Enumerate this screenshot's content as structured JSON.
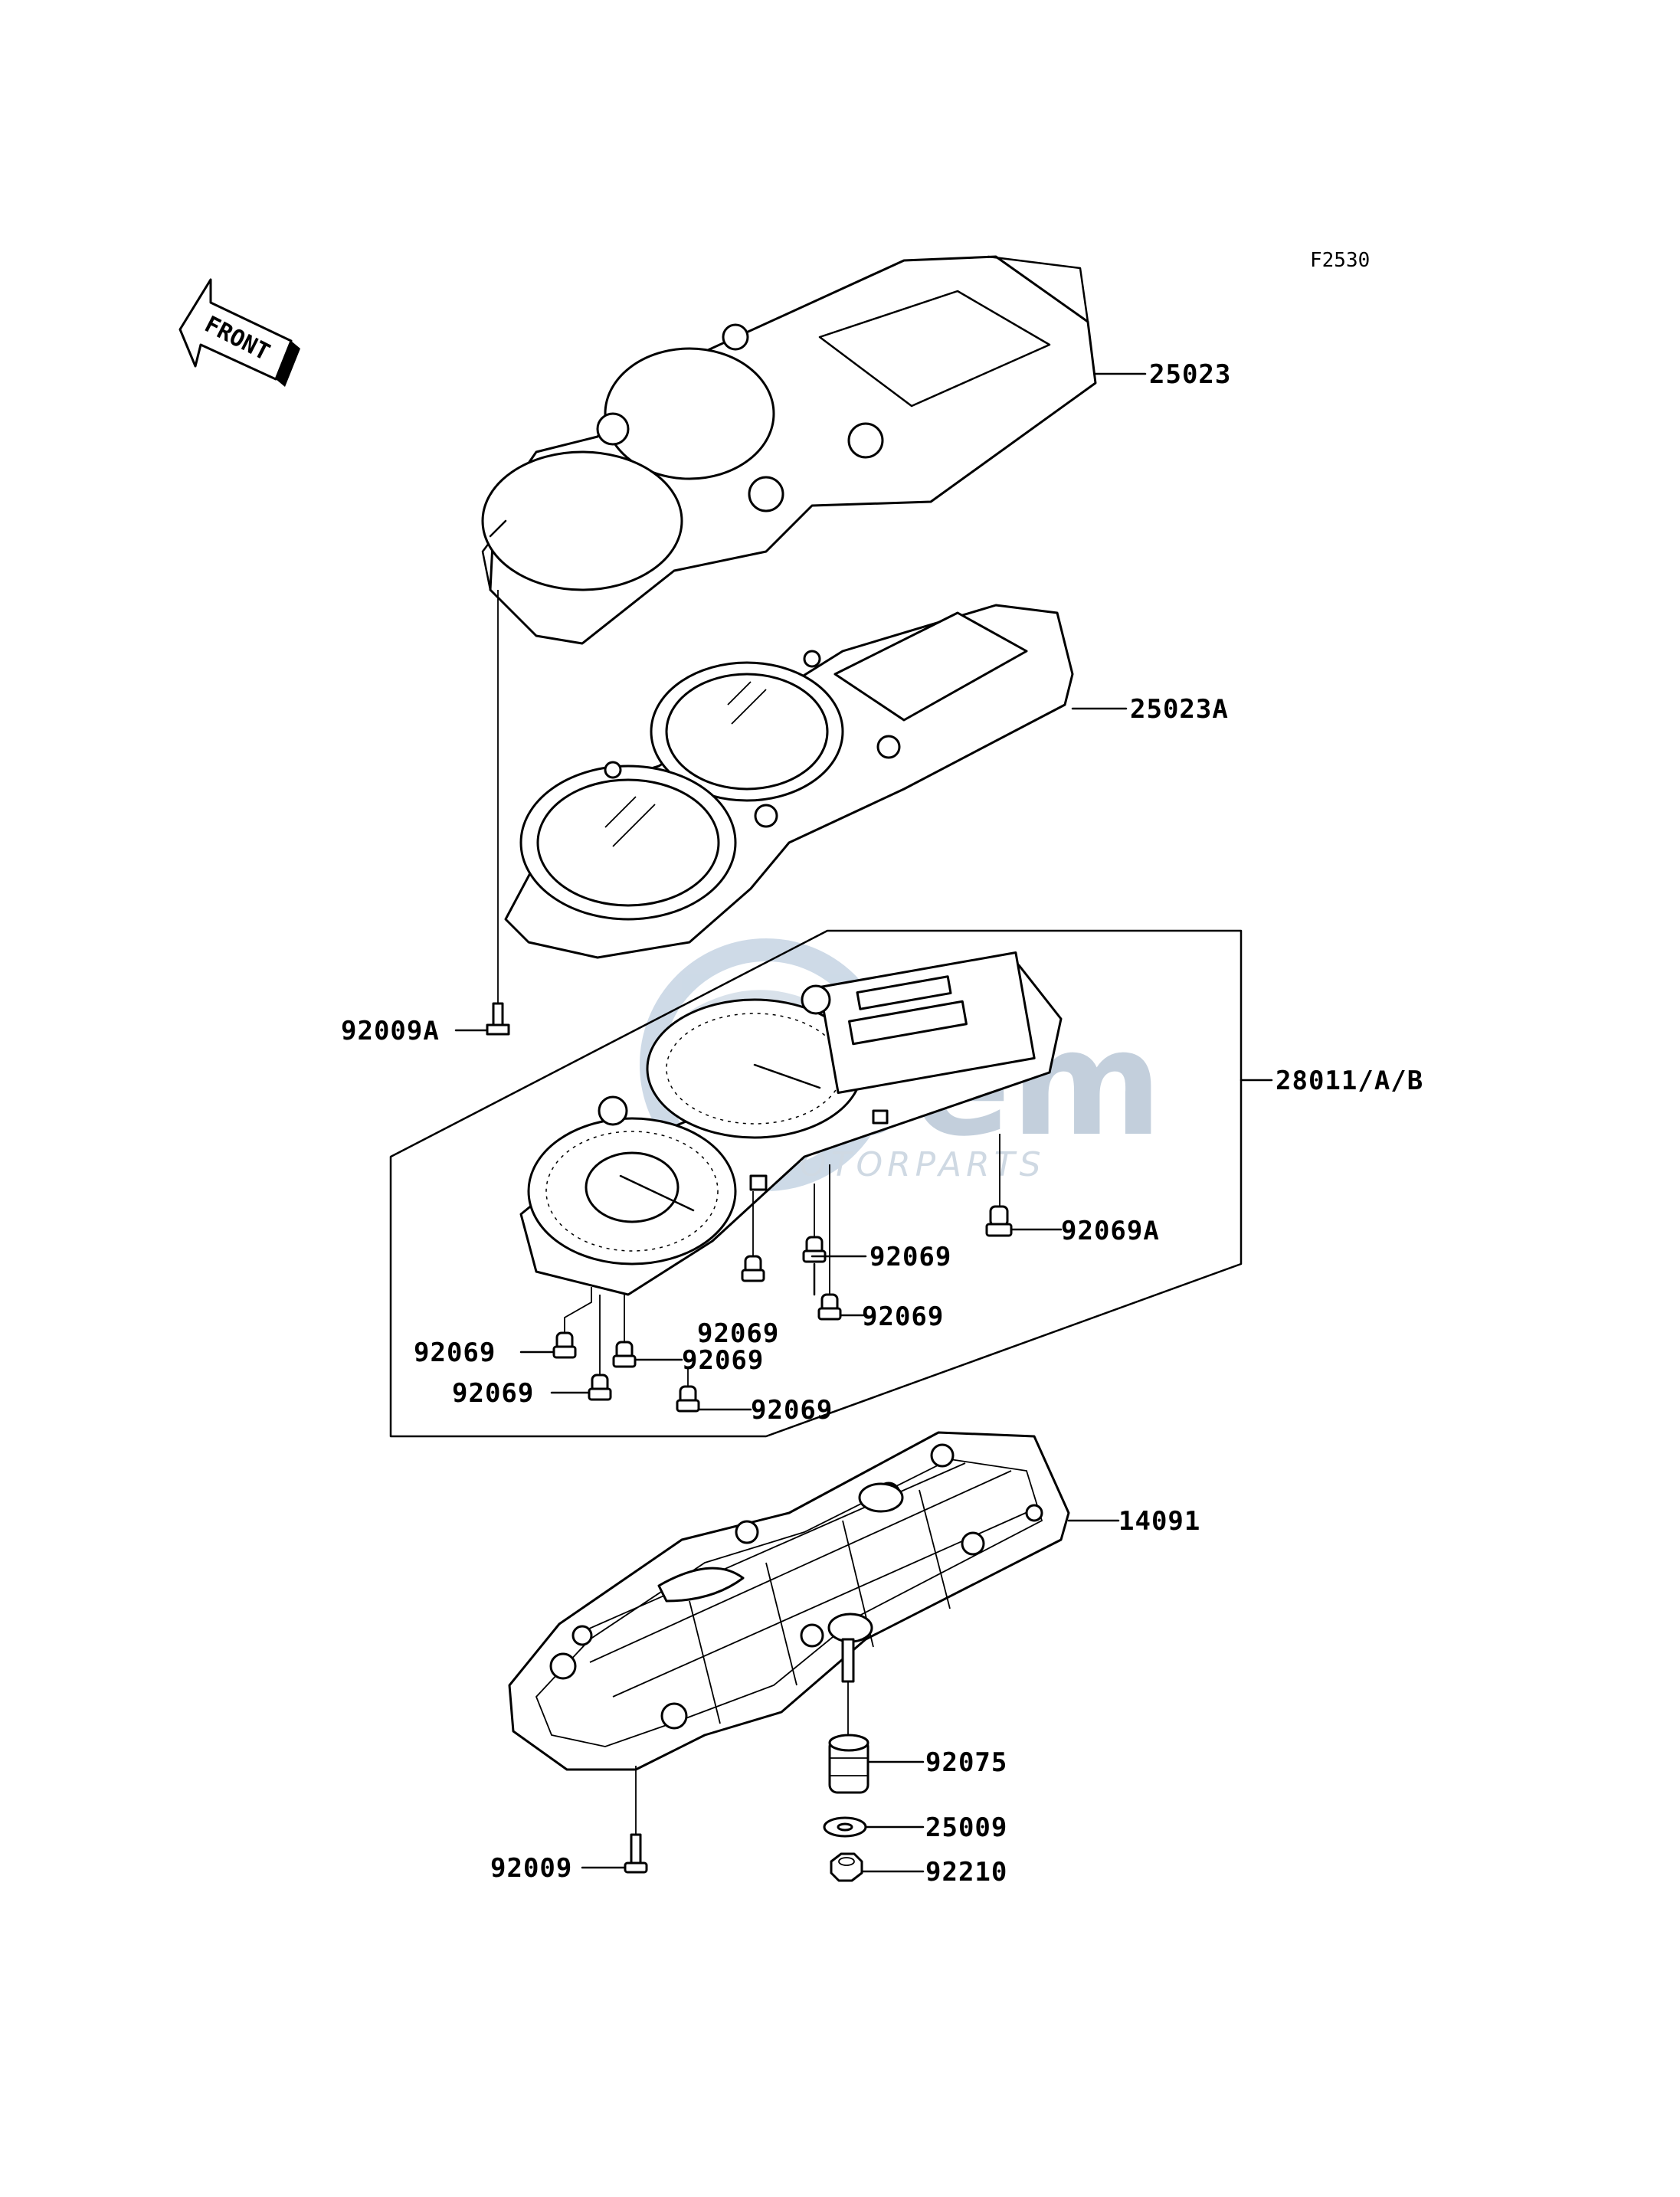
{
  "figure_code": "F2530",
  "front_label": "FRONT",
  "watermark": {
    "main": "oem",
    "sub": "MOTORPARTS"
  },
  "callouts": {
    "meter_cover_upper": "25023",
    "meter_cover_lower": "25023A",
    "screw_upper": "92009A",
    "meter_assembly": "28011/A/B",
    "bulb_a": "92069A",
    "bulb_1": "92069",
    "bulb_2": "92069",
    "bulb_3": "92069",
    "bulb_4": "92069",
    "bulb_5": "92069",
    "bulb_6": "92069",
    "bulb_7": "92069",
    "case": "14091",
    "grommet": "92075",
    "washer": "25009",
    "nut": "92210",
    "screw_lower": "92009"
  }
}
